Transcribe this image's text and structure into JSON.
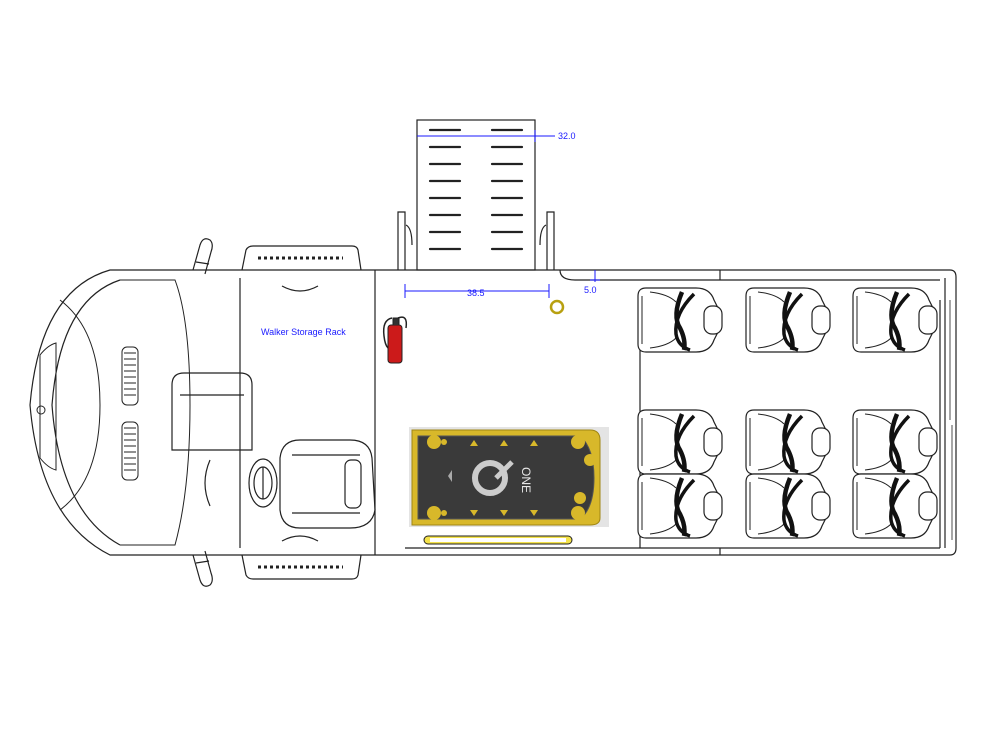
{
  "labels": {
    "storage": "Walker Storage Rack",
    "platform_brand": "ONE"
  },
  "dimensions": {
    "ramp_width": "32.0",
    "door_opening": "38.5",
    "offset": "5.0"
  },
  "seating": {
    "rows": 3,
    "columns": 3
  },
  "colors": {
    "outline": "#222222",
    "dimension": "#1a1aff",
    "extinguisher": "#cc1a1a",
    "platform": "#d8b82a",
    "platform_floor": "#3a3a3a",
    "seatbelt": "#111111"
  }
}
